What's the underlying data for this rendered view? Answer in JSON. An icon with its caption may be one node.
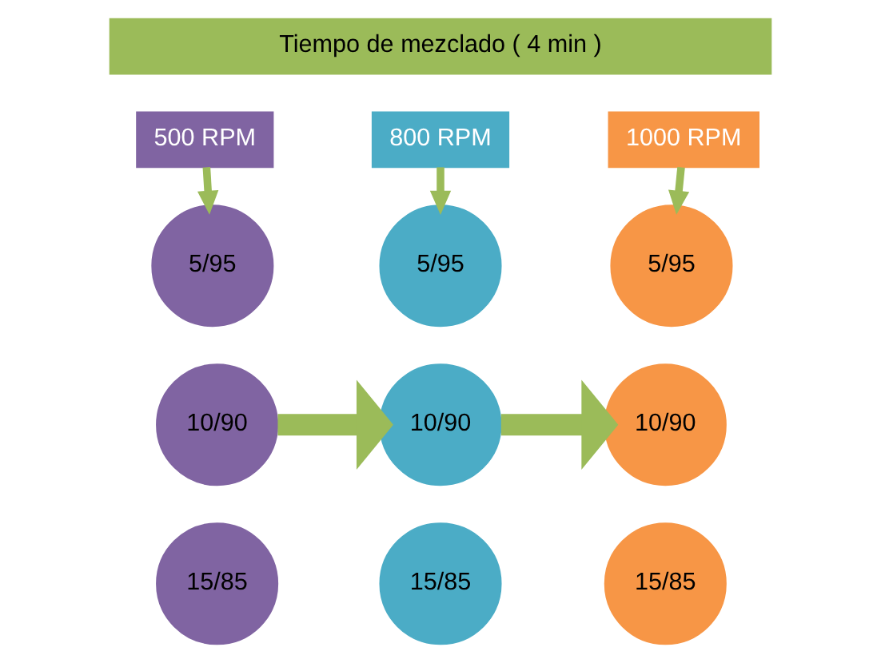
{
  "diagram": {
    "nodes": [
      {
        "text": [
          "Tiempo de mezclado ( 4 min )"
        ]
      },
      {
        "text": [
          "500 RPM"
        ]
      },
      {
        "text": [
          "800 RPM"
        ]
      },
      {
        "text": [
          "1000 RPM"
        ]
      },
      {
        "text": [
          "5/95"
        ]
      },
      {
        "text": [
          "10/90"
        ]
      },
      {
        "text": [
          "15/85"
        ]
      },
      {
        "text": [
          "5/95"
        ]
      },
      {
        "text": [
          "10/90"
        ]
      },
      {
        "text": [
          "15/85"
        ]
      },
      {
        "text": [
          "5/95"
        ]
      },
      {
        "text": [
          "10/90"
        ]
      },
      {
        "text": [
          "15/85"
        ]
      }
    ],
    "edges": [
      {
        "from": 1,
        "to": 4,
        "arrow": "to"
      },
      {
        "from": 2,
        "to": 7,
        "arrow": "to"
      },
      {
        "from": 3,
        "to": 10,
        "arrow": "to"
      },
      {
        "from": 5,
        "to": 8,
        "arrow": "to",
        "style": "thick"
      },
      {
        "from": 8,
        "to": 11,
        "arrow": "to",
        "style": "thick"
      }
    ]
  }
}
